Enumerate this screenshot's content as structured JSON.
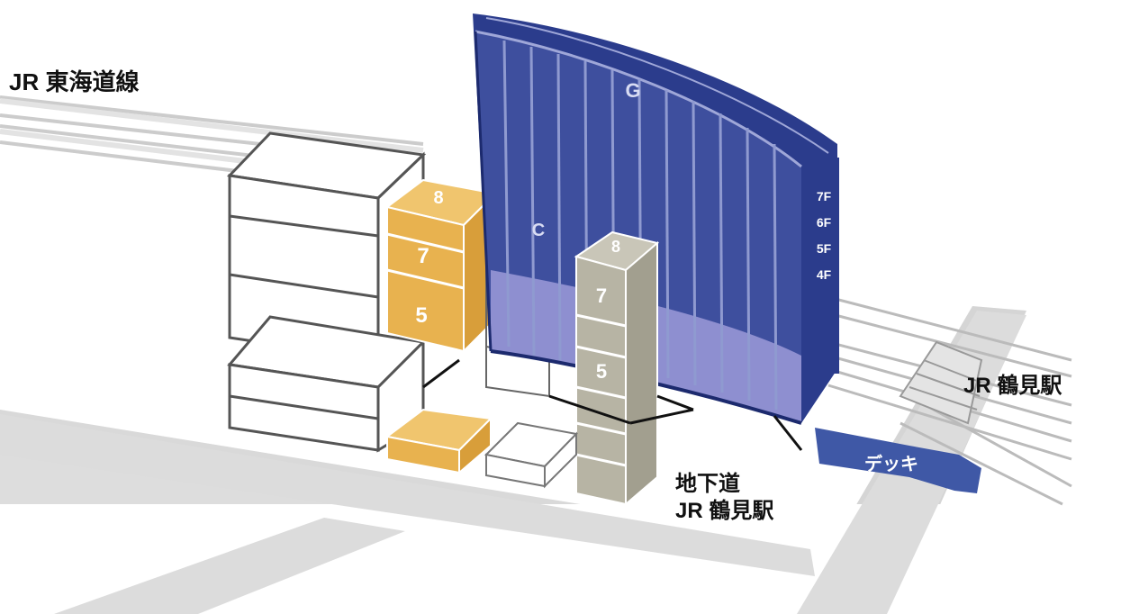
{
  "labels": {
    "rail_left": "JR 東海道線",
    "station_right": "JR 鶴見駅",
    "underground_line1": "地下道",
    "underground_line2": "JR 鶴見駅",
    "deck": "デッキ"
  },
  "floor_marks": {
    "gold_top": "8",
    "gold_mid": "7",
    "gold_low": "5",
    "glass_mid": "C",
    "gray_top": "8",
    "gray_mid": "7",
    "gray_low": "5",
    "tower_main": "G"
  },
  "tower_side_floors": [
    "7F",
    "6F",
    "5F",
    "4F"
  ],
  "colors": {
    "navy": "#2b3c8c",
    "navy_light": "#4a5ba8",
    "lavender": "#8e8fd0",
    "gold": "#e8b24f",
    "stone": "#b7b4a4",
    "road": "#dddddd",
    "outline": "#333333"
  }
}
